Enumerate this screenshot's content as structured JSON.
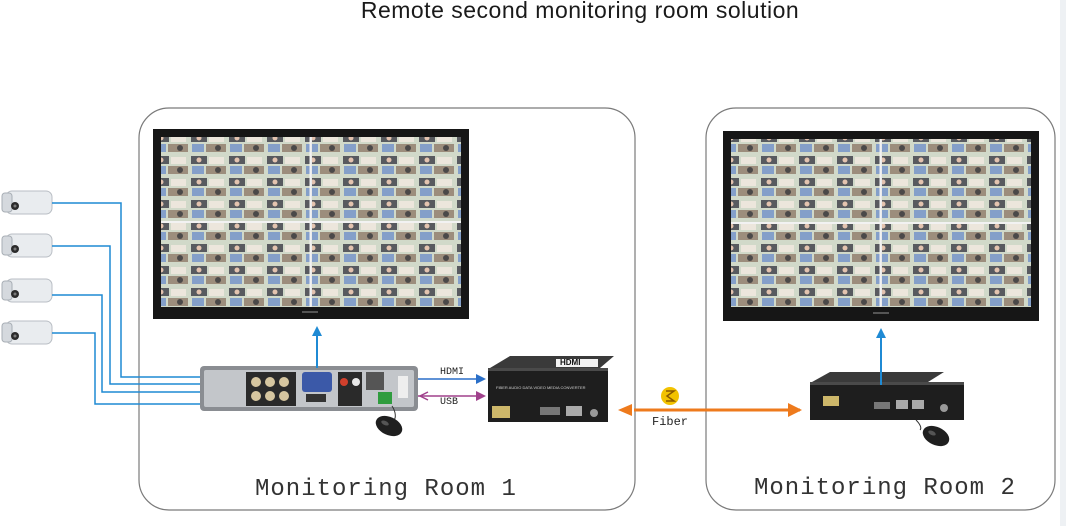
{
  "title": "Remote second monitoring room solution",
  "rooms": {
    "room1_label": "Monitoring Room 1",
    "room2_label": "Monitoring Room 2"
  },
  "links": {
    "hdmi": "HDMI",
    "usb": "USB",
    "fiber": "Fiber"
  },
  "devices": {
    "extender_logo": "HDMI",
    "extender_caption": "FIBER AUDIO DATA VIDEO MEDIA CONVERTER"
  },
  "colors": {
    "camera_link": "#1f8ad4",
    "hdmi_link": "#2a6fc8",
    "usb_link": "#a0418c",
    "fiber_link": "#ee7a1c",
    "room_border": "#7a7a7a"
  }
}
